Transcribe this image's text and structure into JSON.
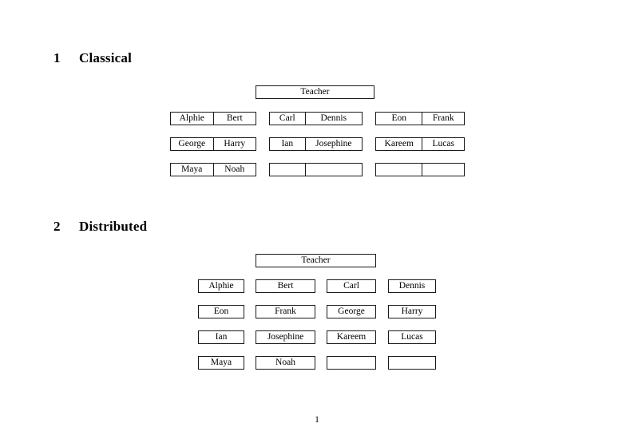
{
  "document": {
    "page_number": "1",
    "sections": [
      {
        "number": "1",
        "title": "Classical"
      },
      {
        "number": "2",
        "title": "Distributed"
      }
    ]
  },
  "classical": {
    "teacher": {
      "label": "Teacher"
    },
    "groups": [
      {
        "rows": [
          {
            "cells": [
              "Alphie",
              "Bert"
            ]
          },
          {
            "cells": [
              "George",
              "Harry"
            ]
          },
          {
            "cells": [
              "Maya",
              "Noah"
            ]
          }
        ]
      },
      {
        "rows": [
          {
            "cells": [
              "Carl",
              "Dennis"
            ]
          },
          {
            "cells": [
              "Ian",
              "Josephine"
            ]
          },
          {
            "cells": [
              "",
              ""
            ]
          }
        ]
      },
      {
        "rows": [
          {
            "cells": [
              "Eon",
              "Frank"
            ]
          },
          {
            "cells": [
              "Kareem",
              "Lucas"
            ]
          },
          {
            "cells": [
              "",
              ""
            ]
          }
        ]
      }
    ]
  },
  "distributed": {
    "teacher": {
      "label": "Teacher"
    },
    "rows": [
      {
        "cells": [
          "Alphie",
          "Bert",
          "Carl",
          "Dennis"
        ]
      },
      {
        "cells": [
          "Eon",
          "Frank",
          "George",
          "Harry"
        ]
      },
      {
        "cells": [
          "Ian",
          "Josephine",
          "Kareem",
          "Lucas"
        ]
      },
      {
        "cells": [
          "Maya",
          "Noah",
          "",
          ""
        ]
      }
    ]
  }
}
